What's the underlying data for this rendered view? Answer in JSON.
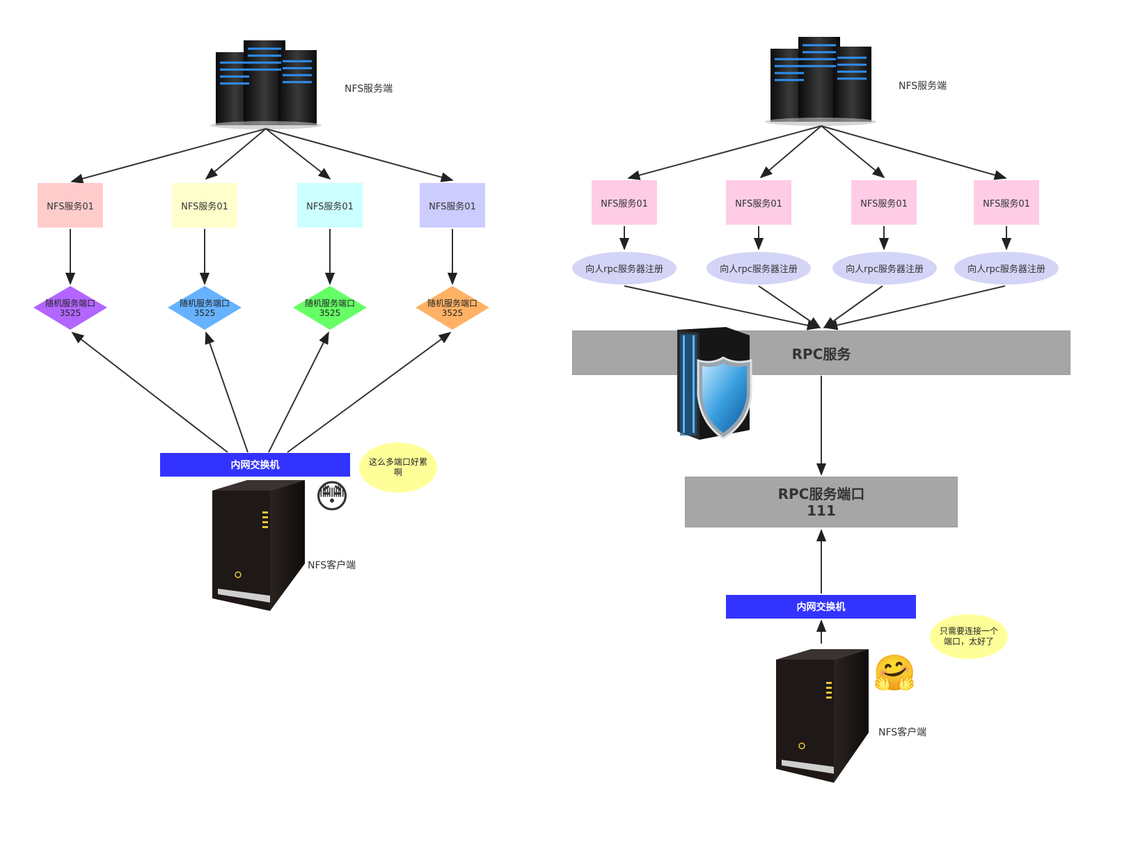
{
  "left": {
    "server_label": "NFS服务端",
    "services": [
      {
        "label": "NFS服务01",
        "color": "#ffcccc"
      },
      {
        "label": "NFS服务01",
        "color": "#ffffcc"
      },
      {
        "label": "NFS服务01",
        "color": "#ccffff"
      },
      {
        "label": "NFS服务01",
        "color": "#ccccff"
      }
    ],
    "ports": [
      {
        "line1": "随机服务端口",
        "line2": "3525",
        "color": "#b266ff"
      },
      {
        "line1": "随机服务端口",
        "line2": "3525",
        "color": "#66b2ff"
      },
      {
        "line1": "随机服务端口",
        "line2": "3525",
        "color": "#66ff66"
      },
      {
        "line1": "随机服务端口",
        "line2": "3525",
        "color": "#ffb266"
      }
    ],
    "switch_label": "内网交换机",
    "bubble_text": "这么多端口好累啊",
    "client_label": "NFS客户端",
    "emoji": "😳"
  },
  "right": {
    "server_label": "NFS服务端",
    "services": [
      {
        "label": "NFS服务01",
        "color": "#ffcce6"
      },
      {
        "label": "NFS服务01",
        "color": "#ffcce6"
      },
      {
        "label": "NFS服务01",
        "color": "#ffcce6"
      },
      {
        "label": "NFS服务01",
        "color": "#ffcce6"
      }
    ],
    "registrations": [
      "向人rpc服务器注册",
      "向人rpc服务器注册",
      "向人rpc服务器注册",
      "向人rpc服务器注册"
    ],
    "rpc_service_label": "RPC服务",
    "rpc_port_line1": "RPC服务端口",
    "rpc_port_line2": "111",
    "switch_label": "内网交换机",
    "bubble_text": "只需要连接一个端口，太好了",
    "client_label": "NFS客户端",
    "emoji": "🤗"
  },
  "colors": {
    "switch": "#3333ff",
    "grey_box": "#a6a6a6",
    "ellipse": "#d4d4f7",
    "bubble": "#ffff99"
  }
}
